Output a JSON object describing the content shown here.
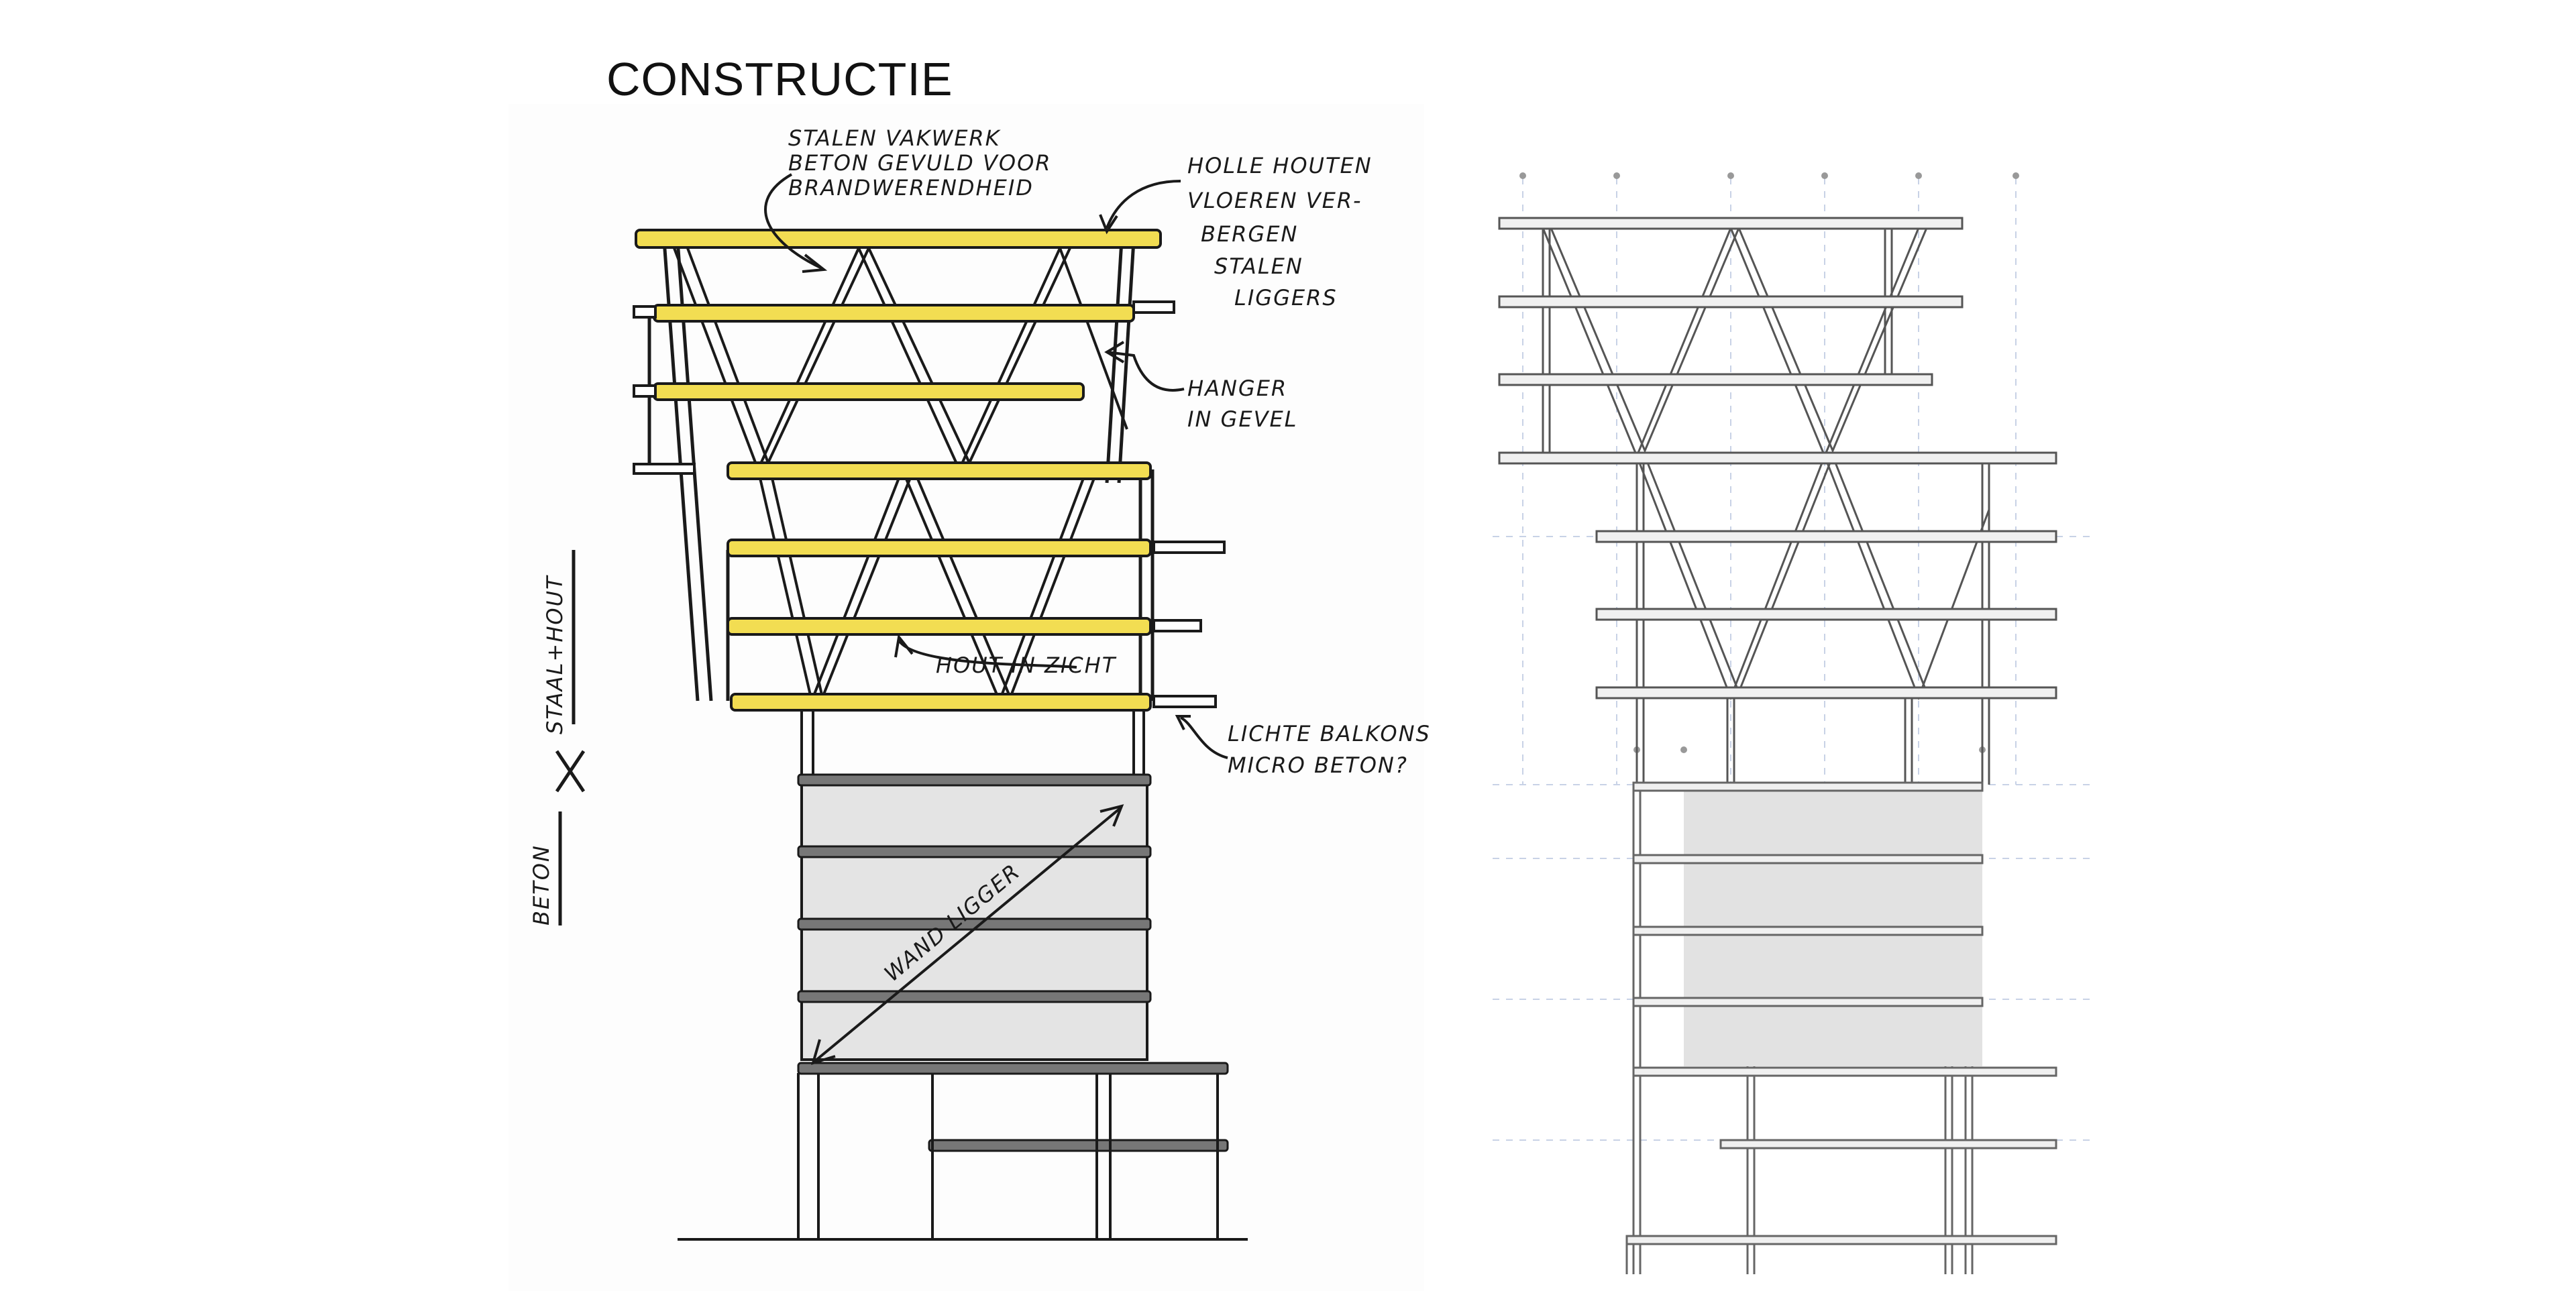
{
  "title": "CONSTRUCTIE",
  "sketch": {
    "annotations": {
      "truss_line1": "STALEN VAKWERK",
      "truss_line2": "BETON GEVULD VOOR",
      "truss_line3": "BRANDWERENDHEID",
      "floors_line1": "HOLLE HOUTEN",
      "floors_line2": "VLOEREN VER-",
      "floors_line3": "BERGEN",
      "floors_line4": "STALEN",
      "floors_line5": "LIGGERS",
      "hanger_line1": "HANGER",
      "hanger_line2": "IN GEVEL",
      "wood_visible": "HOUT IN ZICHT",
      "balcony_line1": "LICHTE BALKONS",
      "balcony_line2": "MICRO BETON?",
      "wall_beam": "WAND LIGGER",
      "axis_top": "STAAL+HOUT",
      "axis_bottom": "BETON"
    },
    "colors": {
      "timber_yellow": "#f2dd52",
      "ink": "#1a1a1a",
      "concrete_gray": "#777777",
      "wall_fill": "#e4e4e4"
    }
  }
}
